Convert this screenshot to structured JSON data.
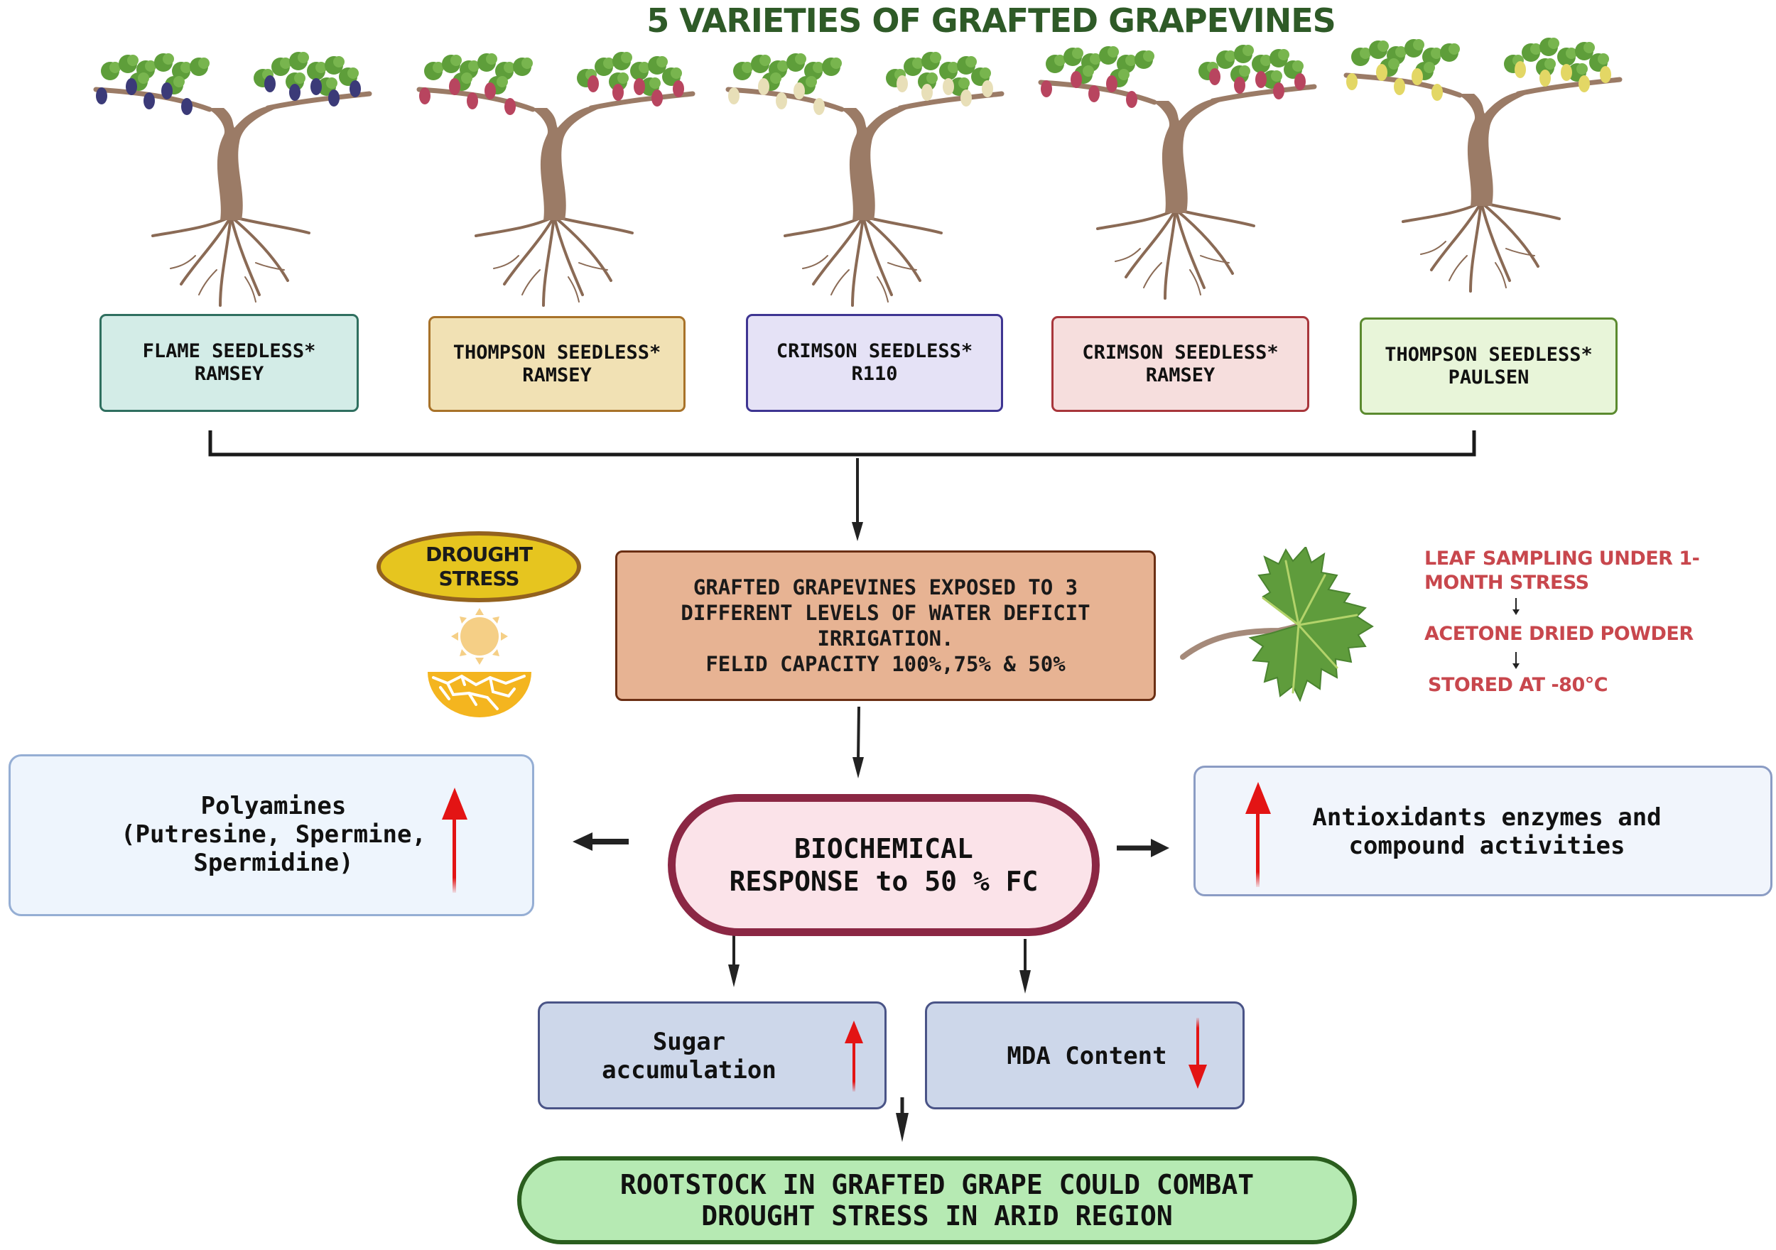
{
  "title": "5 VARIETIES OF GRAFTED GRAPEVINES",
  "varieties": [
    {
      "label": "FLAME SEEDLESS*\nRAMSEY",
      "scion": "FLAME SEEDLESS",
      "rootstock": "RAMSEY",
      "grape_color": "#3b3a78",
      "box_fill": "#d3ece7",
      "box_border": "#2f6f5f"
    },
    {
      "label": "THOMPSON SEEDLESS*\nRAMSEY",
      "scion": "THOMPSON SEEDLESS",
      "rootstock": "RAMSEY",
      "grape_color": "#b8455f",
      "box_fill": "#f1e1b4",
      "box_border": "#a87229"
    },
    {
      "label": "CRIMSON SEEDLESS*\nR110",
      "scion": "CRIMSON SEEDLESS",
      "rootstock": "R110",
      "grape_color": "#e8dfb8",
      "box_fill": "#e5e2f6",
      "box_border": "#3e3592"
    },
    {
      "label": "CRIMSON SEEDLESS*\nRAMSEY",
      "scion": "CRIMSON SEEDLESS",
      "rootstock": "RAMSEY",
      "grape_color": "#b8455f",
      "box_fill": "#f6dedd",
      "box_border": "#a8363b"
    },
    {
      "label": "THOMPSON SEEDLESS*\nPAULSEN",
      "scion": "THOMPSON SEEDLESS",
      "rootstock": "PAULSEN",
      "grape_color": "#e3d765",
      "box_fill": "#e8f5d9",
      "box_border": "#5b8a2f"
    }
  ],
  "drought": {
    "label": "DROUGHT\nSTRESS",
    "icons": [
      "sun-icon",
      "cracked-ground-icon"
    ]
  },
  "treatment": {
    "text": "GRAFTED GRAPEVINES EXPOSED TO 3\nDIFFERENT LEVELS OF WATER DEFICIT\nIRRIGATION.\n FELID CAPACITY 100%,75% & 50%"
  },
  "sampling": {
    "steps": [
      "LEAF SAMPLING UNDER 1-\nMONTH STRESS",
      "ACETONE DRIED POWDER",
      "STORED AT -80°C"
    ],
    "color": "#c8474d"
  },
  "response": {
    "label": "BIOCHEMICAL\nRESPONSE to 50 % FC"
  },
  "effects": {
    "polyamines": {
      "text": "Polyamines\n(Putresine, Spermine,\nSpermidine)",
      "direction": "up"
    },
    "antioxidants": {
      "text": "Antioxidants enzymes and\n compound activities",
      "direction": "up"
    },
    "sugar": {
      "text": "Sugar\naccumulation",
      "direction": "up"
    },
    "mda": {
      "text": "MDA Content",
      "direction": "down"
    }
  },
  "conclusion": {
    "text": "ROOTSTOCK IN GRAFTED GRAPE COULD COMBAT\nDROUGHT STRESS IN ARID REGION"
  },
  "colors": {
    "title": "#2e5a27",
    "arrow": "#222222",
    "indicator_arrow": "#e31414"
  }
}
